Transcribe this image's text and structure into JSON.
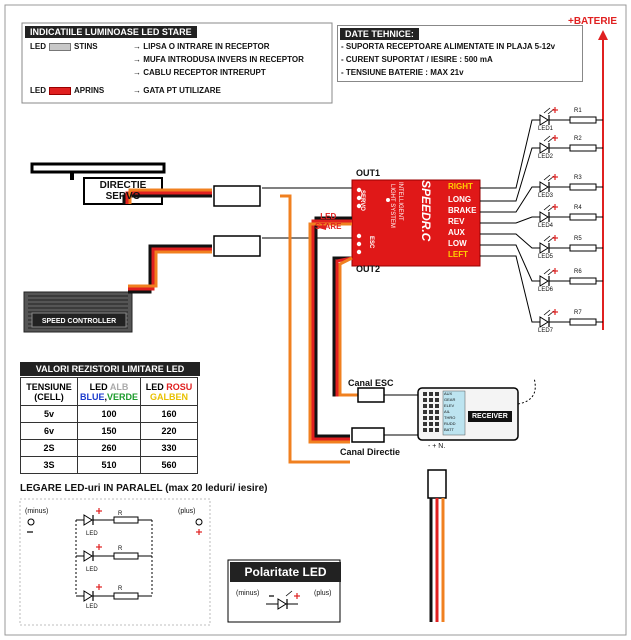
{
  "battery_label": "+BATERIE",
  "status_box": {
    "title": "INDICATIILE LUMINOASE LED STARE",
    "off": {
      "led": "LED",
      "state": "STINS",
      "meanings": [
        "LIPSA O INTRARE IN RECEPTOR",
        "MUFA INTRODUSA INVERS IN RECEPTOR",
        "CABLU RECEPTOR INTRERUPT"
      ]
    },
    "on": {
      "led": "LED",
      "state": "APRINS",
      "meanings": [
        "GATA PT UTILIZARE"
      ]
    }
  },
  "tech_box": {
    "title": "DATE TEHNICE:",
    "lines": [
      "- SUPORTA RECEPTOARE ALIMENTATE IN PLAJA 5-12v",
      "- CURENT SUPORTAT / IESIRE : 500 mA",
      "- TENSIUNE BATERIE : MAX 21v"
    ]
  },
  "servo_label": [
    "DIRECTIE",
    "SERVO"
  ],
  "speed_controller_label": "SPEED CONTROLLER",
  "module": {
    "out1": "OUT1",
    "out2": "OUT2",
    "servo_text": "SERVO",
    "esc_text": "ESC",
    "led_stare": [
      "LED",
      "STARE"
    ],
    "vertical_text": [
      "INTELLIGENT",
      "LIGHT SYSTEM"
    ],
    "brand": "SPEEDR.C",
    "channels": [
      "RIGHT",
      "LONG",
      "BRAKE",
      "REV",
      "AUX",
      "LOW",
      "LEFT"
    ]
  },
  "leds": [
    "LED1",
    "LED2",
    "LED3",
    "LED4",
    "LED5",
    "LED6",
    "LED7"
  ],
  "resistors": [
    "R1",
    "R2",
    "R3",
    "R4",
    "R5",
    "R6",
    "R7"
  ],
  "receiver": {
    "label": "RECEIVER",
    "pin_labels": [
      "AUX",
      "GEAR",
      "ELEV",
      "AIL",
      "THRO",
      "RUDD",
      "BATT"
    ],
    "bottom": "- + N."
  },
  "canal_esc": "Canal ESC",
  "canal_directie": "Canal Directie",
  "res_table": {
    "title": "VALORI REZISTORI LIMITARE LED",
    "head_col1": [
      "TENSIUNE",
      "(CELL)"
    ],
    "head_col2": {
      "led": "LED",
      "alb": "ALB",
      "albastru": "BLUE",
      "verde": "VERDE"
    },
    "head_col3": {
      "led": "LED",
      "rosu": "ROSU",
      "galben": "GALBEN"
    },
    "rows": [
      [
        "5v",
        "100",
        "160"
      ],
      [
        "6v",
        "150",
        "220"
      ],
      [
        "2S",
        "260",
        "330"
      ],
      [
        "3S",
        "510",
        "560"
      ]
    ]
  },
  "parallel": {
    "title": "LEGARE LED-uri IN PARALEL (max 20 leduri/ iesire)",
    "minus": "(minus)",
    "plus": "(plus)",
    "led": "LED",
    "r": "R"
  },
  "polarity": {
    "title": "Polaritate LED",
    "minus": "(minus)",
    "plus": "(plus)"
  },
  "colors": {
    "red": "#e02020",
    "orange": "#f08020",
    "black": "#111111",
    "module": "#e01818"
  }
}
